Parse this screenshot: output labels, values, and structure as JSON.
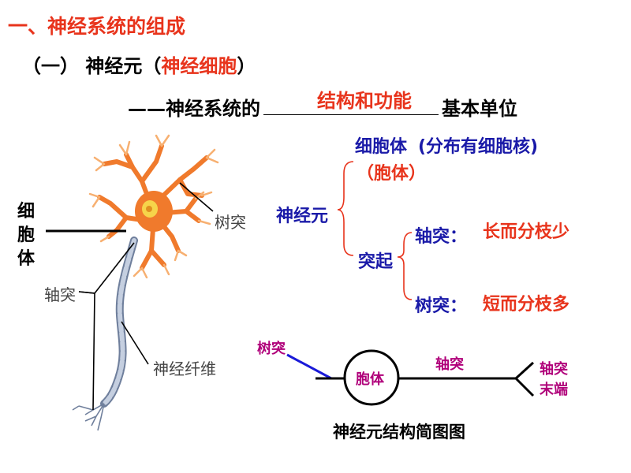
{
  "title": "一、神经系统的组成",
  "subtitle": {
    "prefix": "（一） 神经元（",
    "highlight": "神经细胞",
    "suffix": "）"
  },
  "definition": {
    "prefix": "——神经系统的",
    "answer": "结构和功能",
    "suffix": "基本单位"
  },
  "neuron_image_labels": {
    "cell_body": [
      "细",
      "胞",
      "体"
    ],
    "dendrite": "树突",
    "axon": "轴突",
    "nerve_fiber": "神经纤维"
  },
  "classification": {
    "root": "神经元",
    "cell_body": "细胞体",
    "cell_body_detail": "(分布有细胞核)",
    "cell_body_alias": "（胞体）",
    "process": "突起",
    "axon": "轴突：",
    "axon_desc": "长而分枝少",
    "dendrite": "树突：",
    "dendrite_desc": "短而分枝多"
  },
  "schematic": {
    "dendrite": "树突",
    "cell_body": "胞体",
    "axon": "轴突",
    "axon_terminal_line1": "轴突",
    "axon_terminal_line2": "末端",
    "caption": "神经元结构简图图"
  },
  "colors": {
    "title_red": "#e8341c",
    "classification_blue": "#1a1aa8",
    "schematic_magenta": "#b0007a",
    "neuron_orange": "#f07a2c",
    "fiber_blue": "#8a9ab8"
  }
}
